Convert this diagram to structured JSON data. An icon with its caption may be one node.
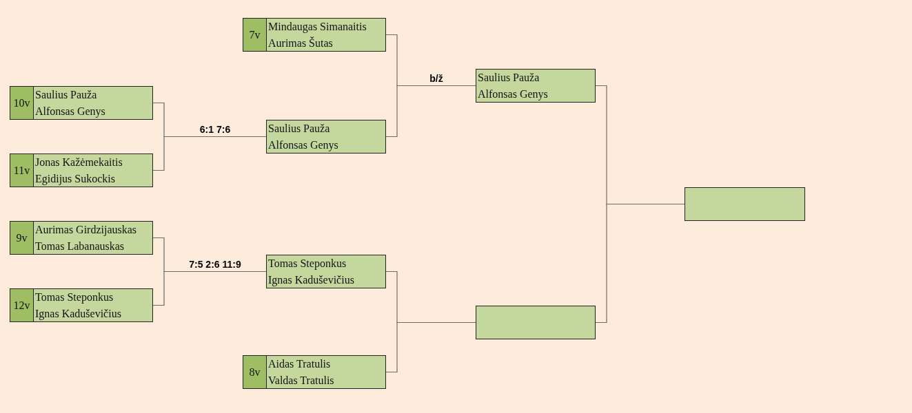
{
  "diagram": {
    "nodes": [
      {
        "text": [
          "7v",
          "Mindaugas Simanaitis",
          "Aurimas Šutas"
        ]
      },
      {
        "text": [
          "10v",
          "Saulius Pauža",
          "Alfonsas Genys"
        ]
      },
      {
        "text": [
          "11v",
          "Jonas Kažėmekaitis",
          "Egidijus Sukockis"
        ]
      },
      {
        "text": [
          "Saulius Pauža",
          "Alfonsas Genys"
        ]
      },
      {
        "text": [
          "Saulius Pauža",
          "Alfonsas Genys"
        ]
      },
      {
        "text": [],
        "shape": "box"
      },
      {
        "text": [
          "9v",
          "Aurimas Girdzijauskas",
          "Tomas Labanauskas"
        ]
      },
      {
        "text": [
          "12v",
          "Tomas Steponkus",
          "Ignas Kaduševičius"
        ]
      },
      {
        "text": [
          "Tomas Steponkus",
          "Ignas Kaduševičius"
        ]
      },
      {
        "text": [],
        "shape": "box"
      },
      {
        "text": [
          "8v",
          "Aidas Tratulis",
          "Valdas Tratulis"
        ]
      }
    ],
    "edges": [
      {
        "from": 1,
        "to": 3,
        "arrow": "none",
        "label": "6:1 7:6"
      },
      {
        "from": 2,
        "to": 3,
        "arrow": "none"
      },
      {
        "from": 6,
        "to": 8,
        "arrow": "none",
        "label": "7:5 2:6 11:9"
      },
      {
        "from": 7,
        "to": 8,
        "arrow": "none"
      },
      {
        "from": 0,
        "to": 4,
        "arrow": "none",
        "label": "b/ž"
      },
      {
        "from": 3,
        "to": 4,
        "arrow": "none"
      },
      {
        "from": 8,
        "to": 9,
        "arrow": "none"
      },
      {
        "from": 10,
        "to": 9,
        "arrow": "none"
      },
      {
        "from": 4,
        "to": 5,
        "arrow": "none"
      },
      {
        "from": 9,
        "to": 5,
        "arrow": "none"
      }
    ]
  }
}
